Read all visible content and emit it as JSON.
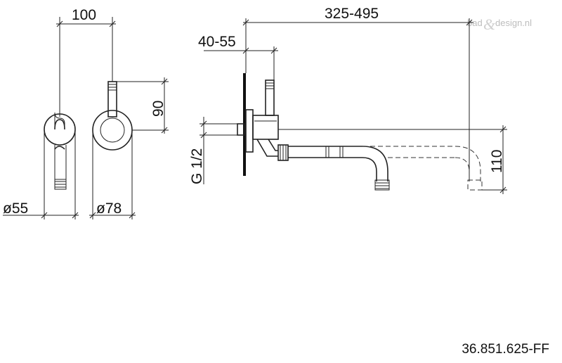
{
  "dimensions": {
    "width_100": "100",
    "height_90": "90",
    "diameter_55": "ø55",
    "diameter_78": "ø78",
    "range_325_495": "325-495",
    "range_40_55": "40-55",
    "thread": "G 1/2",
    "height_110": "110"
  },
  "watermark": {
    "part1": "bad",
    "amp": "&",
    "part2": "design.nl"
  },
  "product_code": "36.851.625-FF",
  "colors": {
    "line": "#222222",
    "watermark": "#bdbdbd"
  }
}
